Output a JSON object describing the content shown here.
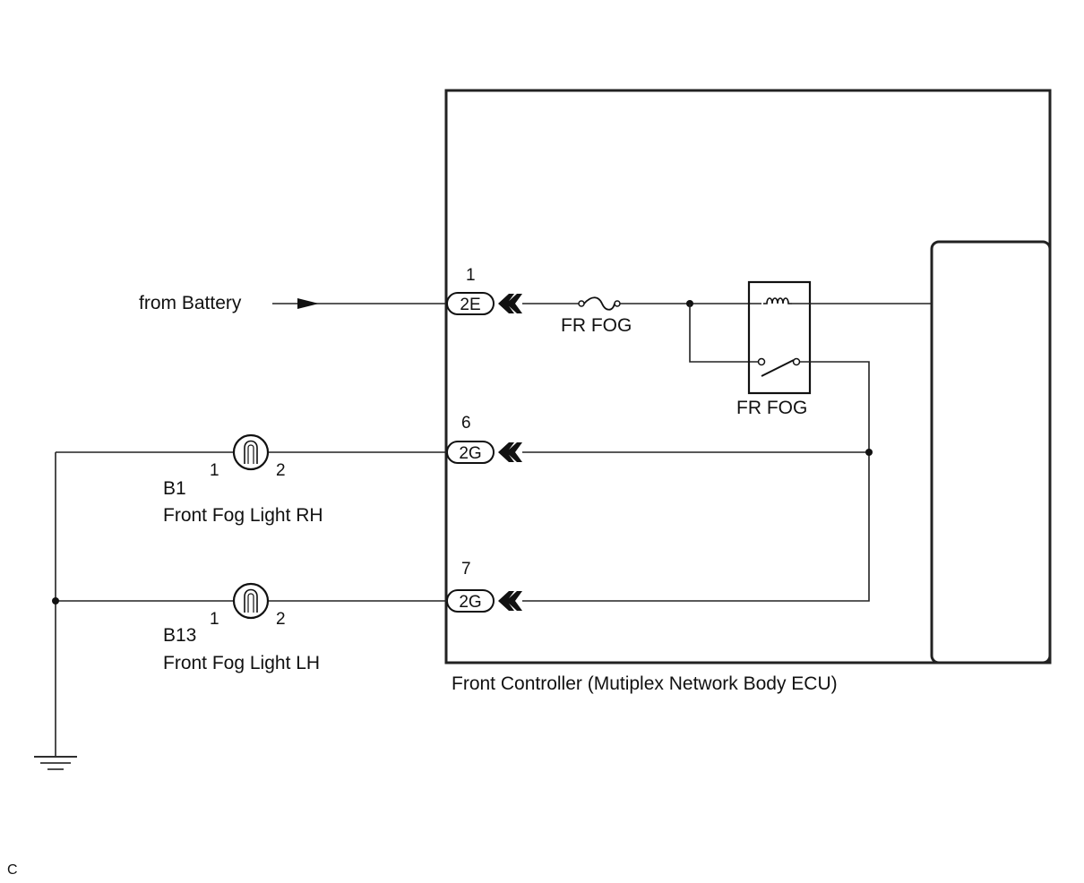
{
  "source_label": "from Battery",
  "ecu_label": "Front Controller (Mutiplex Network Body ECU)",
  "fuse_label": "FR FOG",
  "relay_label": "FR FOG",
  "connectors": [
    {
      "code": "2E",
      "pin": "1"
    },
    {
      "code": "2G",
      "pin": "6"
    },
    {
      "code": "2G",
      "pin": "7"
    }
  ],
  "lights": [
    {
      "id": "B1",
      "name": "Front Fog Light RH",
      "pin_left": "1",
      "pin_right": "2"
    },
    {
      "id": "B13",
      "name": "Front Fog Light LH",
      "pin_left": "1",
      "pin_right": "2"
    }
  ],
  "corner_code": "C"
}
